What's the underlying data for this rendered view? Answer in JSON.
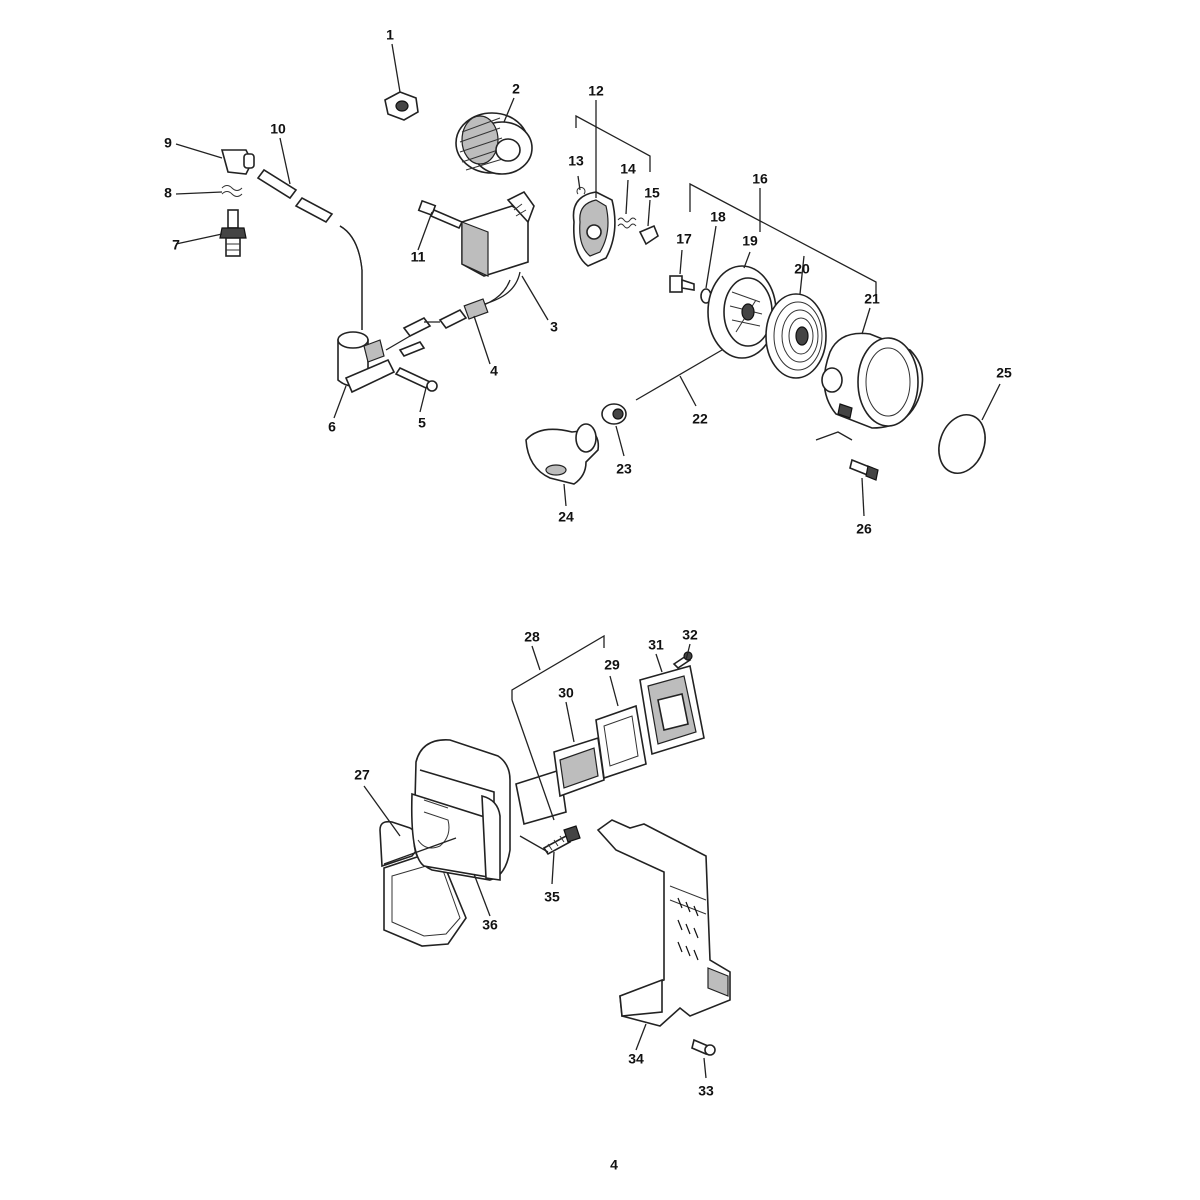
{
  "page_number": "4",
  "callouts": [
    "1",
    "2",
    "3",
    "4",
    "5",
    "6",
    "7",
    "8",
    "9",
    "10",
    "11",
    "12",
    "13",
    "14",
    "15",
    "16",
    "17",
    "18",
    "19",
    "20",
    "21",
    "22",
    "23",
    "24",
    "25",
    "26",
    "27",
    "28",
    "29",
    "30",
    "31",
    "32",
    "33",
    "34",
    "35",
    "36"
  ]
}
